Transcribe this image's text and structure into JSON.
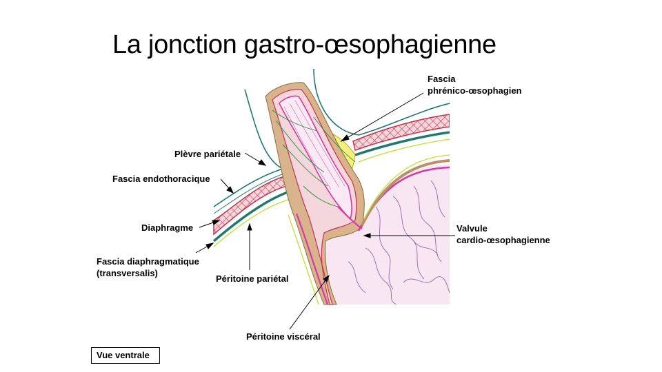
{
  "title": "La jonction gastro-œsophagienne",
  "labels": {
    "fascia_phreno_1": "Fascia",
    "fascia_phreno_2": "phrénico-œsophagien",
    "plevre": "Plèvre pariétale",
    "fascia_endo": "Fascia endothoracique",
    "diaphragme": "Diaphragme",
    "fascia_diaph_1": "Fascia diaphragmatique",
    "fascia_diaph_2": "(transversalis)",
    "peritoine_parietal": "Péritoine pariétal",
    "valvule_1": "Valvule",
    "valvule_2": "cardio-œsophagienne",
    "peritoine_visceral": "Péritoine viscéral"
  },
  "view_label": "Vue ventrale",
  "colors": {
    "pleura_teal": "#1f7a6e",
    "muscle_red": "#c4324e",
    "muscle_fill": "#f3d7dc",
    "fat_yellow": "#f4f07a",
    "peritoneum_green": "#2b8a3e",
    "mucosa_pink": "#d63aa0",
    "stomach_fill": "#f8e6f3",
    "tan": "#b8906a"
  }
}
